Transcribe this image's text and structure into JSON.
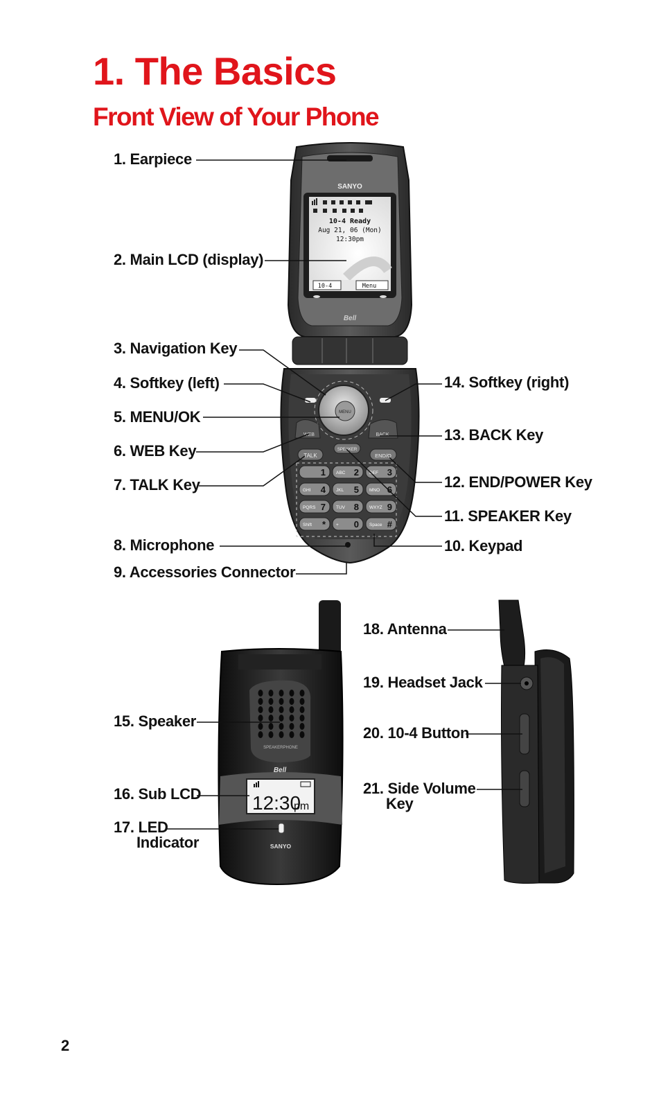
{
  "chapter_title": "1. The Basics",
  "section_title": "Front View of Your Phone",
  "callouts": {
    "c1": "1. Earpiece",
    "c2": "2. Main LCD (display)",
    "c3": "3. Navigation Key",
    "c4": "4. Softkey (left)",
    "c5": "5. MENU/OK",
    "c6": "6. WEB Key",
    "c7": "7. TALK Key",
    "c8": "8. Microphone",
    "c9": "9. Accessories Connector",
    "c10": "10. Keypad",
    "c11": "11. SPEAKER Key",
    "c12": "12. END/POWER Key",
    "c13": "13. BACK Key",
    "c14": "14. Softkey (right)",
    "c15": "15. Speaker",
    "c16": "16. Sub LCD",
    "c17_line1": "17. LED",
    "c17_line2": "Indicator",
    "c18": "18. Antenna",
    "c19": "19. Headset Jack",
    "c20": "20. 10-4 Button",
    "c21_line1": "21. Side Volume",
    "c21_line2": "Key"
  },
  "phone_screen": {
    "brand": "SANYO",
    "status": "10-4 Ready",
    "date": "Aug 21, 06 (Mon)",
    "time": "12:30pm",
    "softkey_left": "10-4",
    "softkey_right": "Menu",
    "carrier_logo": "Bell"
  },
  "keypad": {
    "web": "WEB",
    "back": "BACK",
    "talk": "TALK",
    "speaker": "SPEAKER",
    "end": "END/O",
    "keys": [
      {
        "letters": "",
        "digit": "1"
      },
      {
        "letters": "ABC",
        "digit": "2"
      },
      {
        "letters": "DEF",
        "digit": "3"
      },
      {
        "letters": "GHI",
        "digit": "4"
      },
      {
        "letters": "JKL",
        "digit": "5"
      },
      {
        "letters": "MNO",
        "digit": "6"
      },
      {
        "letters": "PQRS",
        "digit": "7"
      },
      {
        "letters": "TUV",
        "digit": "8"
      },
      {
        "letters": "WXYZ",
        "digit": "9"
      },
      {
        "letters": "Shift",
        "digit": "*"
      },
      {
        "letters": "+",
        "digit": "0"
      },
      {
        "letters": "Space",
        "digit": "#"
      }
    ]
  },
  "closed_phone": {
    "speakerphone_label": "SPEAKERPHONE",
    "carrier_logo": "Bell",
    "sub_lcd_time": "12:30",
    "sub_lcd_ampm": "pm",
    "brand": "SANYO"
  },
  "page_number": "2"
}
